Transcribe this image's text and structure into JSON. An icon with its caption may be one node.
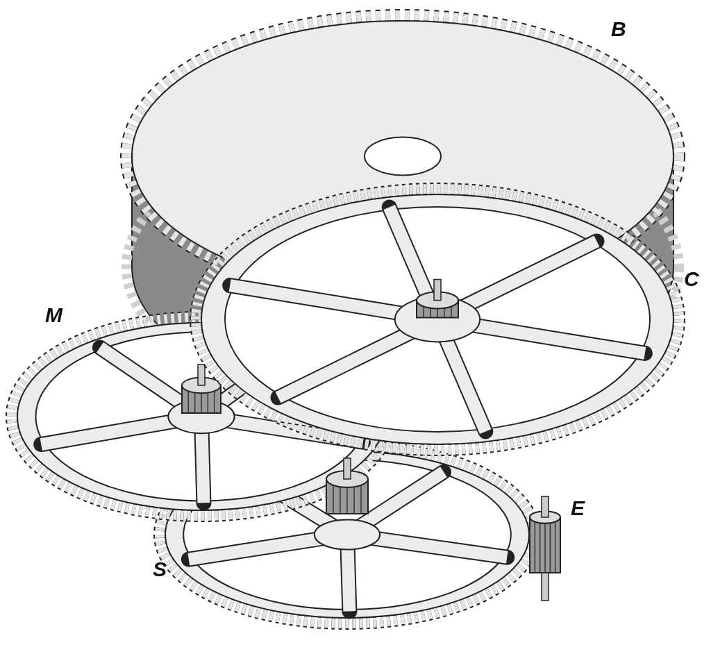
{
  "diagram": {
    "labels": [
      "B",
      "C",
      "M",
      "E",
      "S"
    ]
  }
}
